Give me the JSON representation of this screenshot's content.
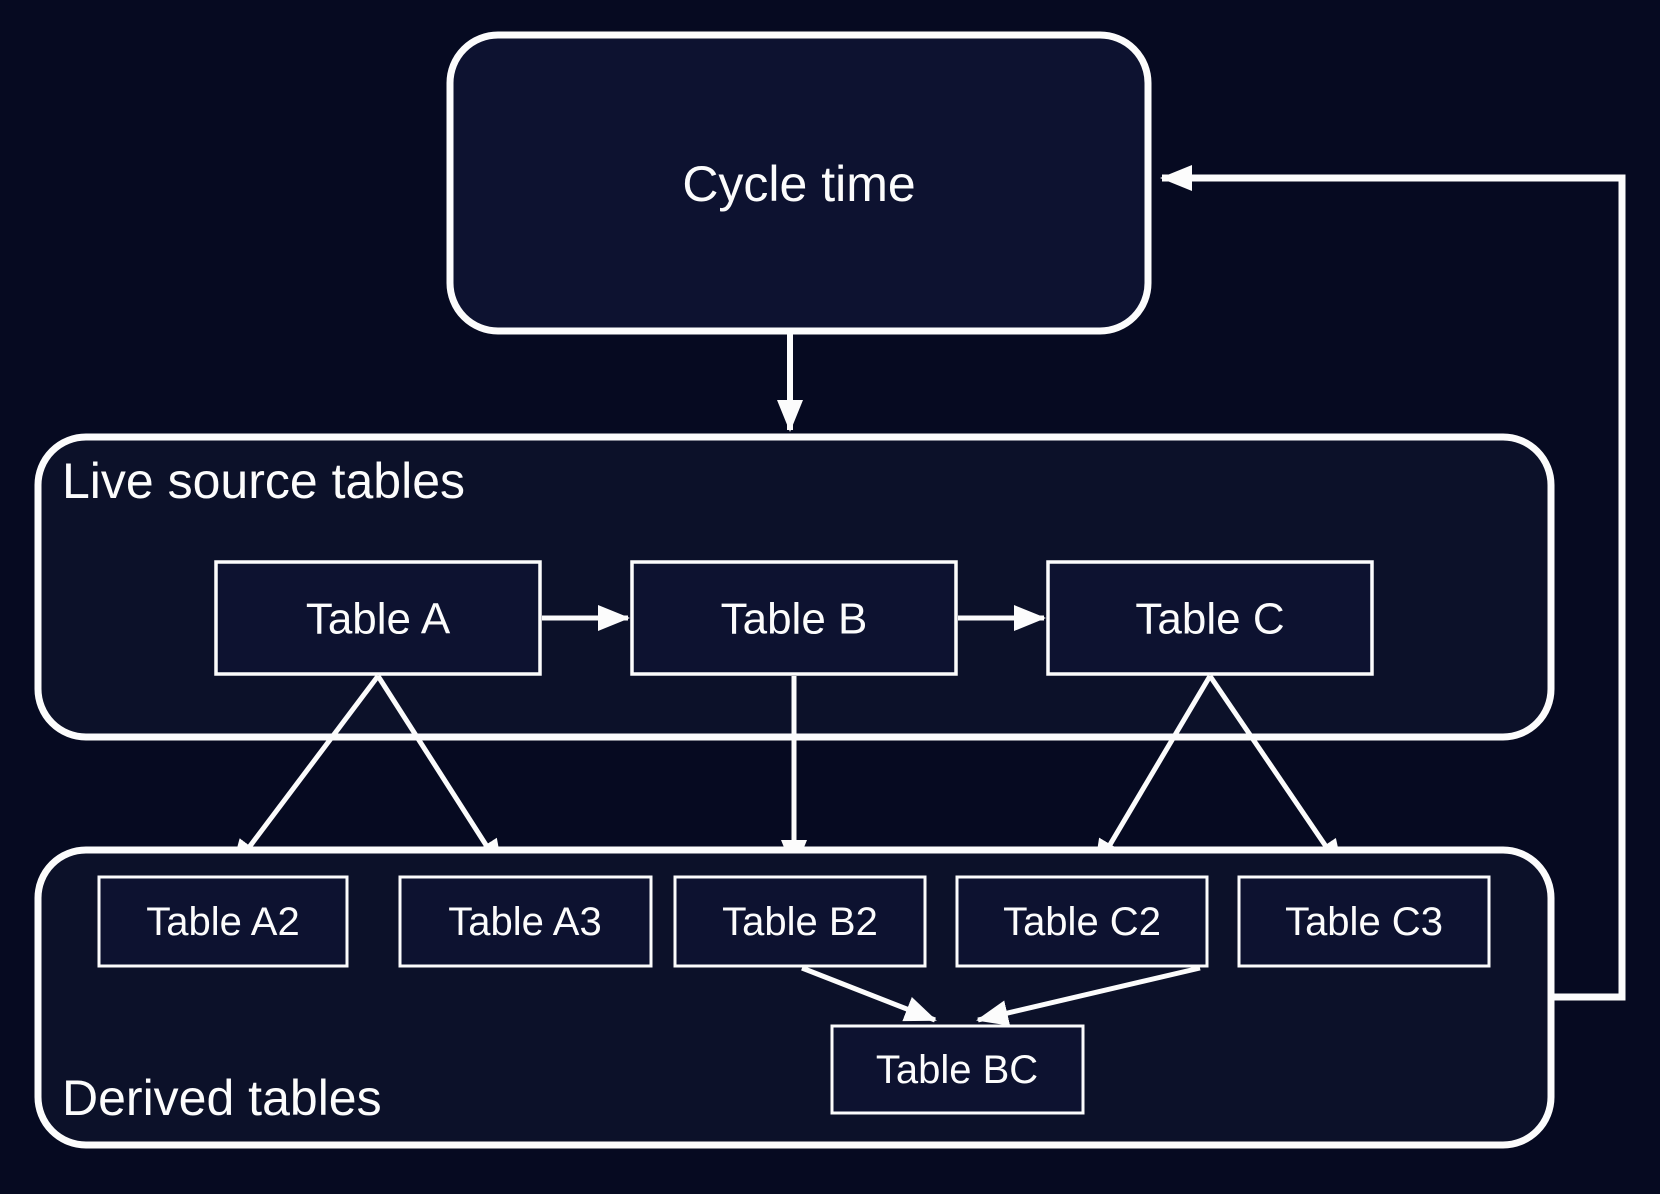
{
  "diagram": {
    "type": "flow-diagram",
    "colors": {
      "background": "#060a21",
      "container_fill": "#0c1129",
      "node_fill": "#0d1230",
      "line": "#fcfcfc",
      "text": "#fcfcfc"
    },
    "cycle": {
      "label": "Cycle time"
    },
    "live_group": {
      "label": "Live source tables",
      "tables": [
        {
          "label": "Table A"
        },
        {
          "label": "Table B"
        },
        {
          "label": "Table C"
        }
      ]
    },
    "derived_group": {
      "label": "Derived tables",
      "tables": [
        {
          "label": "Table A2"
        },
        {
          "label": "Table A3"
        },
        {
          "label": "Table B2"
        },
        {
          "label": "Table C2"
        },
        {
          "label": "Table C3"
        }
      ],
      "merge_table": {
        "label": "Table BC"
      }
    },
    "edges": [
      {
        "from": "Cycle time",
        "to": "Live source tables"
      },
      {
        "from": "Table A",
        "to": "Table B"
      },
      {
        "from": "Table B",
        "to": "Table C"
      },
      {
        "from": "Table A",
        "to": "Table A2"
      },
      {
        "from": "Table A",
        "to": "Table A3"
      },
      {
        "from": "Table B",
        "to": "Table B2"
      },
      {
        "from": "Table C",
        "to": "Table C2"
      },
      {
        "from": "Table C",
        "to": "Table C3"
      },
      {
        "from": "Table B2",
        "to": "Table BC"
      },
      {
        "from": "Table C2",
        "to": "Table BC"
      },
      {
        "from": "Derived tables",
        "to": "Cycle time"
      }
    ]
  }
}
